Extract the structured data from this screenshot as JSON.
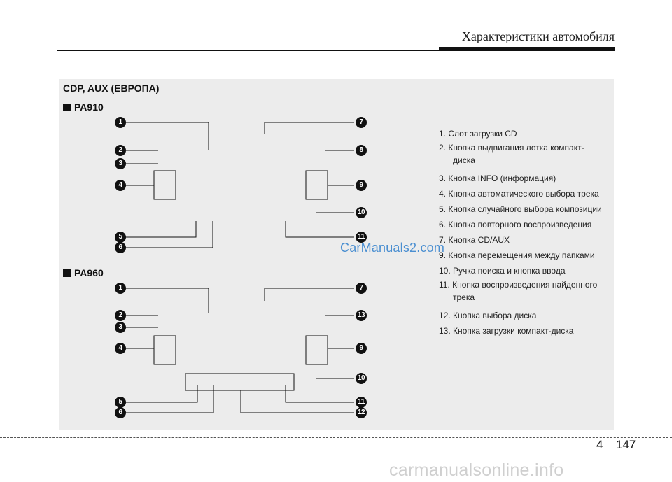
{
  "header": {
    "title": "Характеристики автомобиля"
  },
  "section": {
    "title": "CDP, AUX (ЕВРОПА)"
  },
  "models": [
    {
      "name": "PA910"
    },
    {
      "name": "PA960"
    }
  ],
  "callouts_pa910": [
    "1",
    "2",
    "3",
    "4",
    "5",
    "6",
    "7",
    "8",
    "9",
    "10",
    "11"
  ],
  "callouts_pa960": [
    "1",
    "2",
    "3",
    "4",
    "5",
    "6",
    "7",
    "13",
    "9",
    "10",
    "11",
    "12"
  ],
  "legend": [
    {
      "text": "1. Слот загрузки CD"
    },
    {
      "text": "2. Кнопка выдвигания лотка компакт-",
      "cont": "диска"
    },
    {
      "text": "3. Кнопка INFO (информация)"
    },
    {
      "text": "4. Кнопка автоматического выбора трека"
    },
    {
      "text": "5. Кнопка случайного выбора композиции"
    },
    {
      "text": "6. Кнопка повторного воспроизведения"
    },
    {
      "text": "7. Кнопка CD/AUX"
    },
    {
      "text": "9. Кнопка перемещения между папками"
    },
    {
      "text": "10. Ручка поиска и кнопка ввода"
    },
    {
      "text": "11. Кнопка воспроизведения найденного",
      "cont": "трека"
    },
    {
      "text": "12. Кнопка выбора диска"
    },
    {
      "text": "13. Кнопка загрузки компакт-диска"
    }
  ],
  "watermark": "CarManuals2.com",
  "footer": {
    "chapter": "4",
    "page": "147",
    "site": "carmanualsonline.info"
  }
}
